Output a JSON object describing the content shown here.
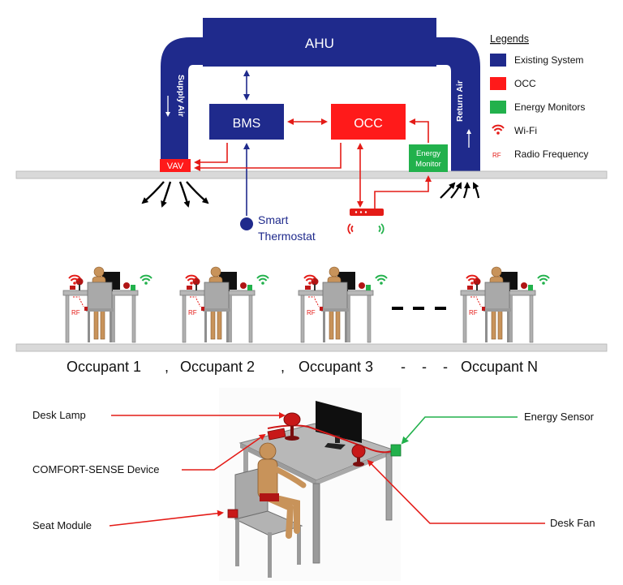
{
  "colors": {
    "existing": "#1f2a8c",
    "occ": "#ff1a1a",
    "energy": "#22b14c",
    "wifi": "#e41b17",
    "floor": "#d9d9d9"
  },
  "top": {
    "ahu": "AHU",
    "bms": "BMS",
    "occ": "OCC",
    "vav": "VAV",
    "supply_air": "Supply Air",
    "return_air": "Return Air",
    "energy_monitor_line1": "Energy",
    "energy_monitor_line2": "Monitor",
    "smart_thermostat_line1": "Smart",
    "smart_thermostat_line2": "Thermostat"
  },
  "legend": {
    "title": "Legends",
    "items": [
      {
        "label": "Existing System",
        "icon": "blue-square"
      },
      {
        "label": "OCC",
        "icon": "red-square"
      },
      {
        "label": "Energy Monitors",
        "icon": "green-square"
      },
      {
        "label": "Wi-Fi",
        "icon": "wifi-icon"
      },
      {
        "label": "Radio Frequency",
        "icon": "rf-text",
        "symbol": "RF"
      }
    ]
  },
  "middle": {
    "rf_label": "RF",
    "occupant_1": "Occupant 1",
    "occupant_2": "Occupant 2",
    "occupant_3": "Occupant 3",
    "occupant_n": "Occupant N",
    "comma": ",",
    "dash": "-"
  },
  "bottom": {
    "desk_lamp": "Desk Lamp",
    "comfort_sense": "COMFORT-SENSE Device",
    "seat_module": "Seat Module",
    "energy_sensor": "Energy Sensor",
    "desk_fan": "Desk Fan"
  }
}
